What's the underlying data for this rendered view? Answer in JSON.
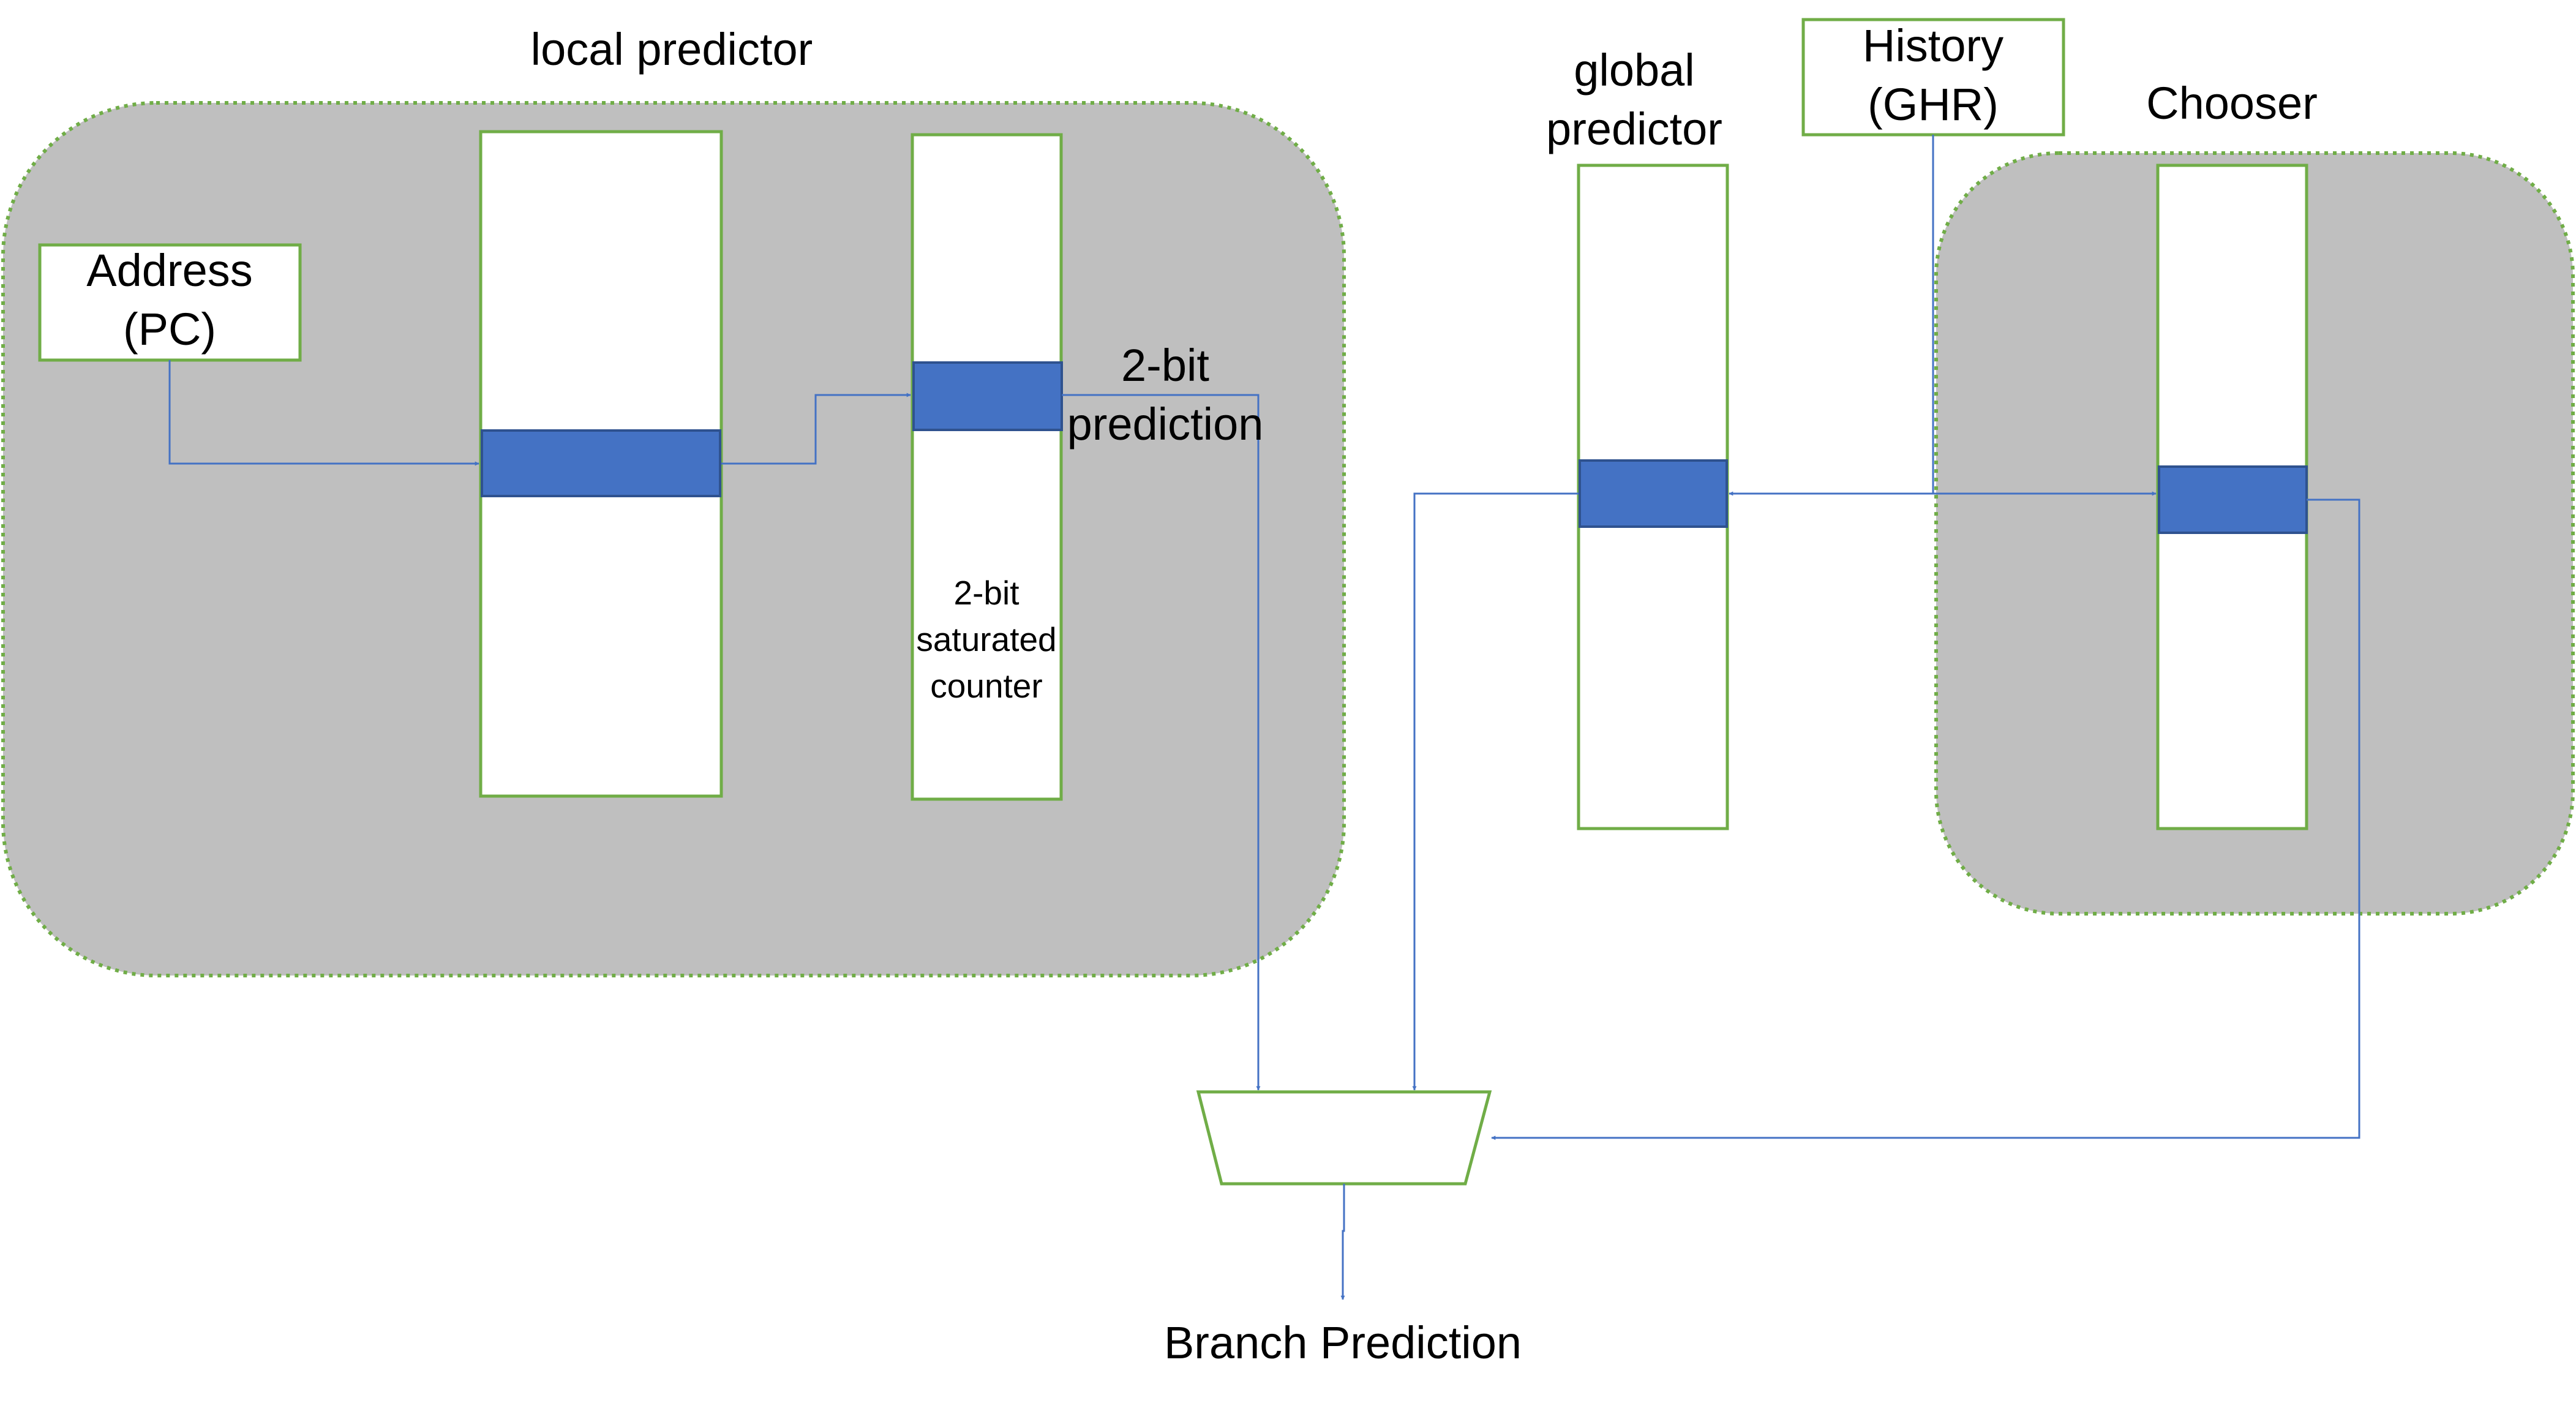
{
  "colors": {
    "group_fill": "#bfbfbf",
    "group_border": "#70ad47",
    "box_border": "#70ad47",
    "entry_fill": "#4472c4",
    "arrow": "#4472c4",
    "mux_border": "#70ad47"
  },
  "labels": {
    "local_predictor": "local predictor",
    "global_predictor_line1": "global",
    "global_predictor_line2": "predictor",
    "history_line1": "History",
    "history_line2": "(GHR)",
    "chooser": "Chooser",
    "address_line1": "Address",
    "address_line2": "(PC)",
    "two_bit_prediction_line1": "2-bit",
    "two_bit_prediction_line2": "prediction",
    "counter_line1": "2-bit",
    "counter_line2": "saturated",
    "counter_line3": "counter",
    "branch_prediction": "Branch Prediction"
  }
}
